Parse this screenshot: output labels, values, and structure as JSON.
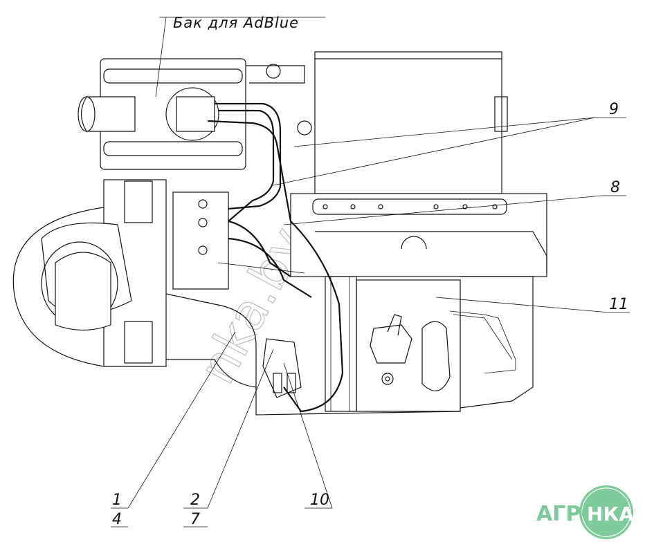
{
  "drawing": {
    "title": "Бак для  AdBlue",
    "callouts": [
      {
        "id": "9",
        "label": "9"
      },
      {
        "id": "8",
        "label": "8"
      },
      {
        "id": "11",
        "label": "11"
      },
      {
        "id": "1",
        "label": "1"
      },
      {
        "id": "4",
        "label": "4"
      },
      {
        "id": "2",
        "label": "2"
      },
      {
        "id": "7",
        "label": "7"
      },
      {
        "id": "10",
        "label": "10"
      }
    ],
    "watermark": "nka.by",
    "logo": {
      "text_left": "АГРО",
      "text_right": "НКА",
      "color": "#7dcb9b"
    }
  }
}
